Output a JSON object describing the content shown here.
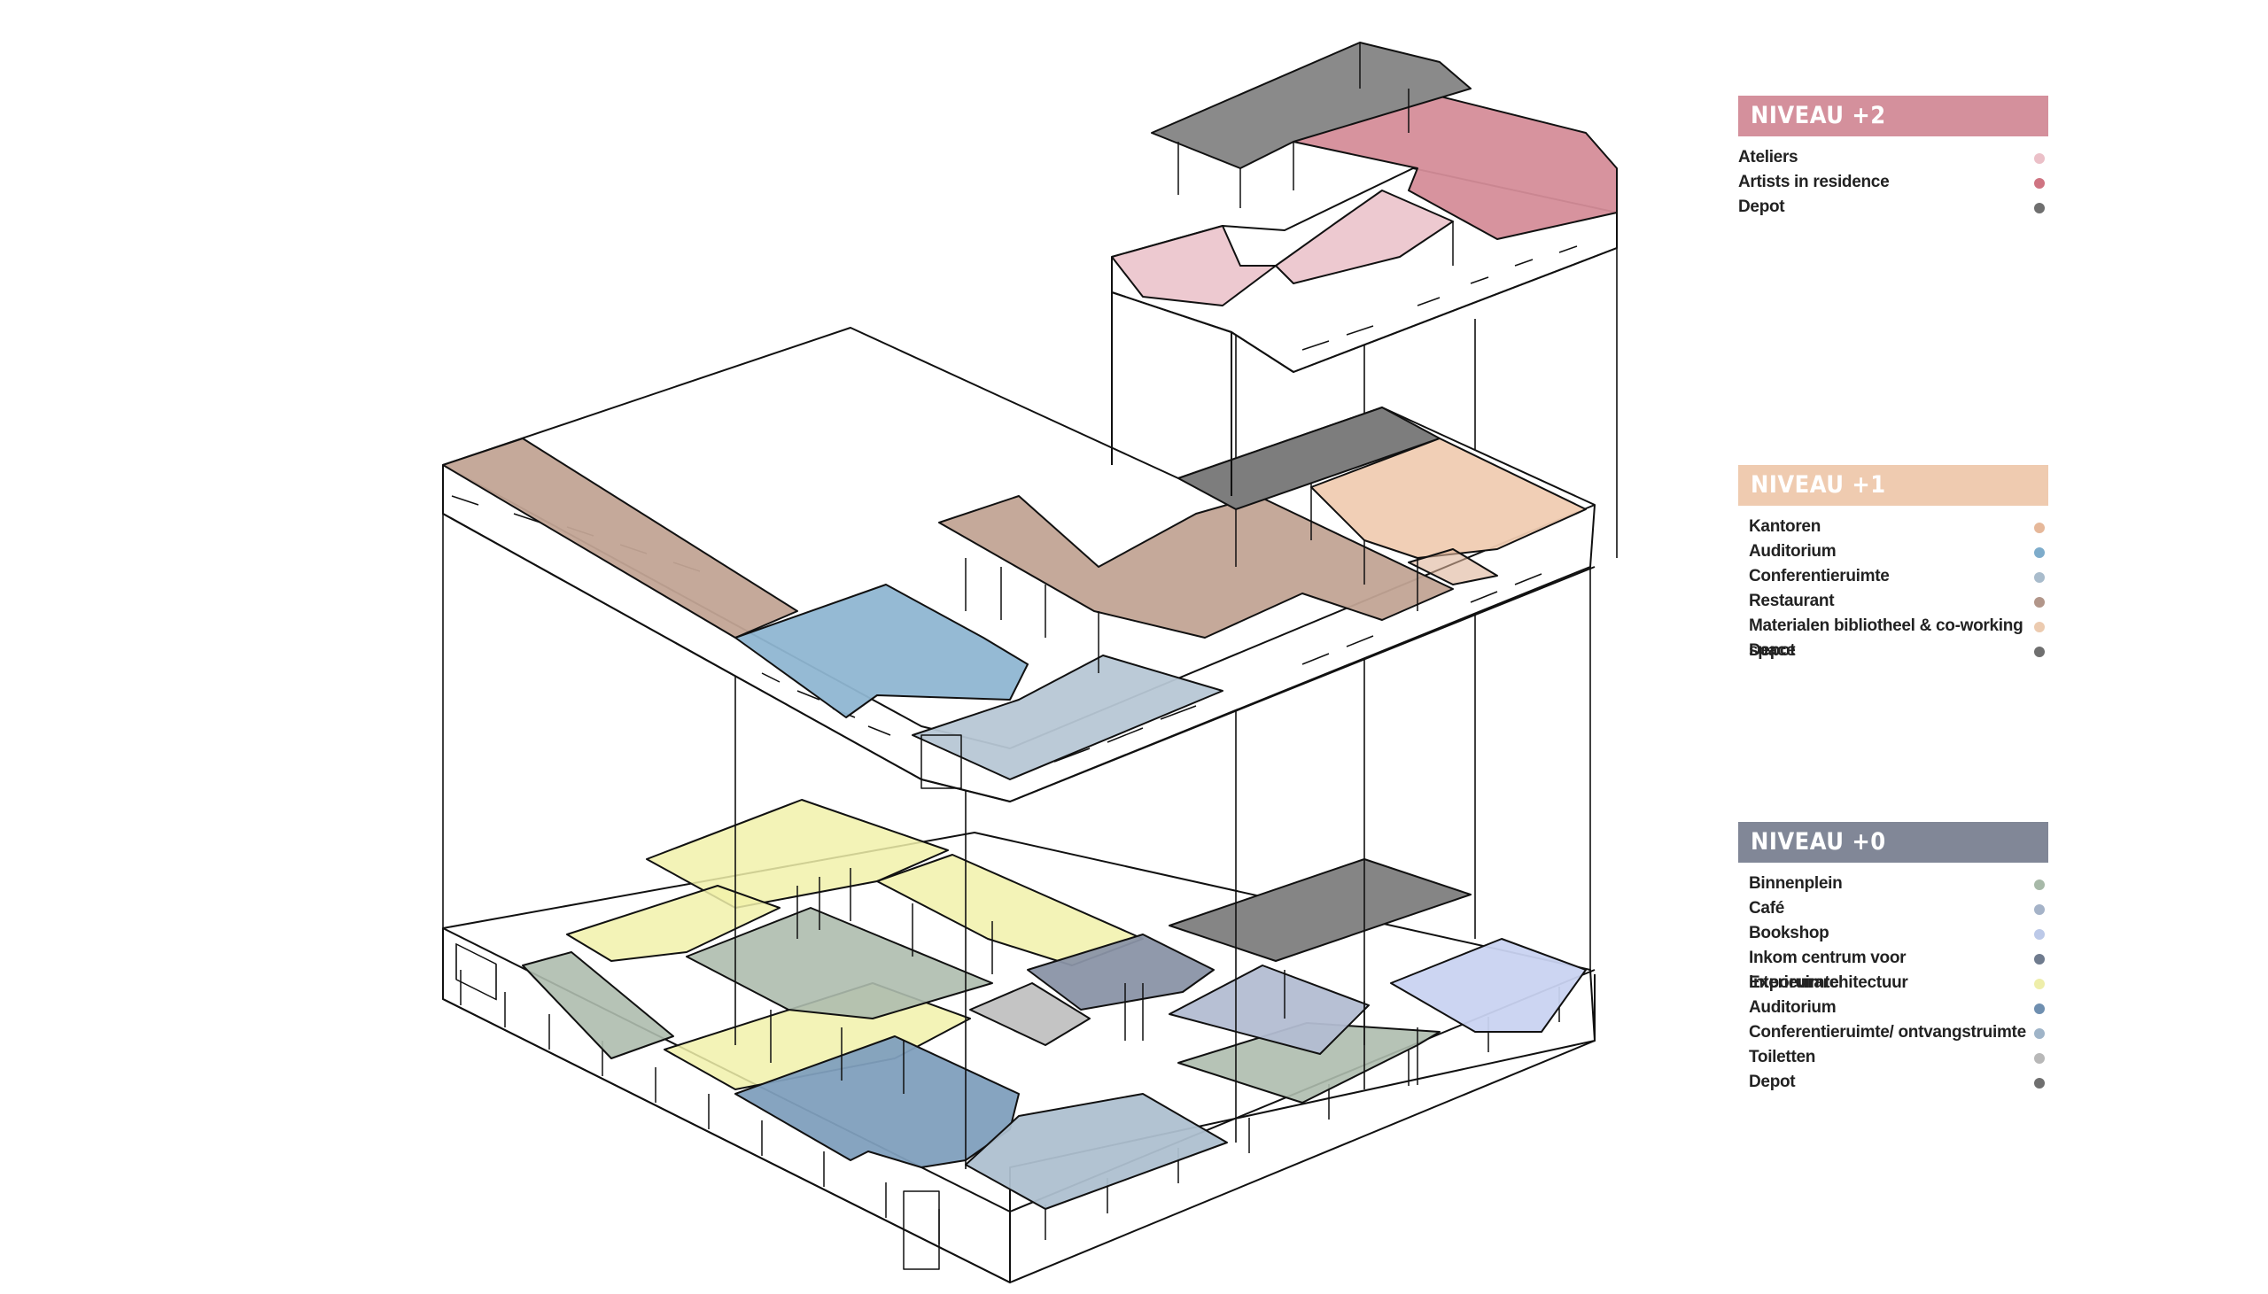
{
  "legends": [
    {
      "title": "NIVEAU +2",
      "color": "#d4909c",
      "items": [
        {
          "label": "Ateliers",
          "color": "#ebc0c8"
        },
        {
          "label": "Artists in residence",
          "color": "#cf7482"
        },
        {
          "label": "Depot",
          "color": "#6f6f6f"
        }
      ]
    },
    {
      "title": "NIVEAU +1",
      "color": "#efcbb0",
      "items": [
        {
          "label": "Kantoren",
          "color": "#e6b89a"
        },
        {
          "label": "Auditorium",
          "color": "#7eaccb"
        },
        {
          "label": "Conferentieruimte",
          "color": "#a9bccc"
        },
        {
          "label": "Restaurant",
          "color": "#b2968a"
        },
        {
          "label": "Materialen bibliotheel & co-working space",
          "color": "#eccbb0"
        },
        {
          "label": "Depot",
          "color": "#6f6f6f"
        }
      ]
    },
    {
      "title": "NIVEAU +0",
      "color": "#818797",
      "items": [
        {
          "label": "Binnenplein",
          "color": "#a7b9a8"
        },
        {
          "label": "Café",
          "color": "#a5b3c8"
        },
        {
          "label": "Bookshop",
          "color": "#bcc9e8"
        },
        {
          "label": "Inkom centrum voor interieurarchitectuur",
          "color": "#6f7b8e"
        },
        {
          "label": "Exporuimte",
          "color": "#eeeeaa"
        },
        {
          "label": "Auditorium",
          "color": "#6f8fb0"
        },
        {
          "label": "Conferentieruimte/ ontvangstruimte",
          "color": "#9fb4c8"
        },
        {
          "label": "Toiletten",
          "color": "#b8b8b8"
        },
        {
          "label": "Depot",
          "color": "#6f6f6f"
        }
      ]
    }
  ],
  "drawing": {
    "level2": {
      "ateliers": "#ecc6cd",
      "residence": "#d58d99",
      "depot": "#8a8a8a"
    },
    "level1": {
      "kantoren": "#ddb49a",
      "auditorium": "#8fb6d2",
      "conference": "#b7c7d5",
      "restaurant": "#c2a495",
      "library": "#f0ccb2",
      "depot": "#7d7d7d"
    },
    "level0": {
      "expo": "#f1f1aa",
      "binnenplein": "#aebdae",
      "auditorium": "#7f9fbd",
      "conference": "#aec0d0",
      "inkom": "#8a94a6",
      "cafe": "#b3bdd2",
      "bookshop": "#c9d3f1",
      "toiletten": "#c4c4c4",
      "depot": "#858585"
    }
  }
}
